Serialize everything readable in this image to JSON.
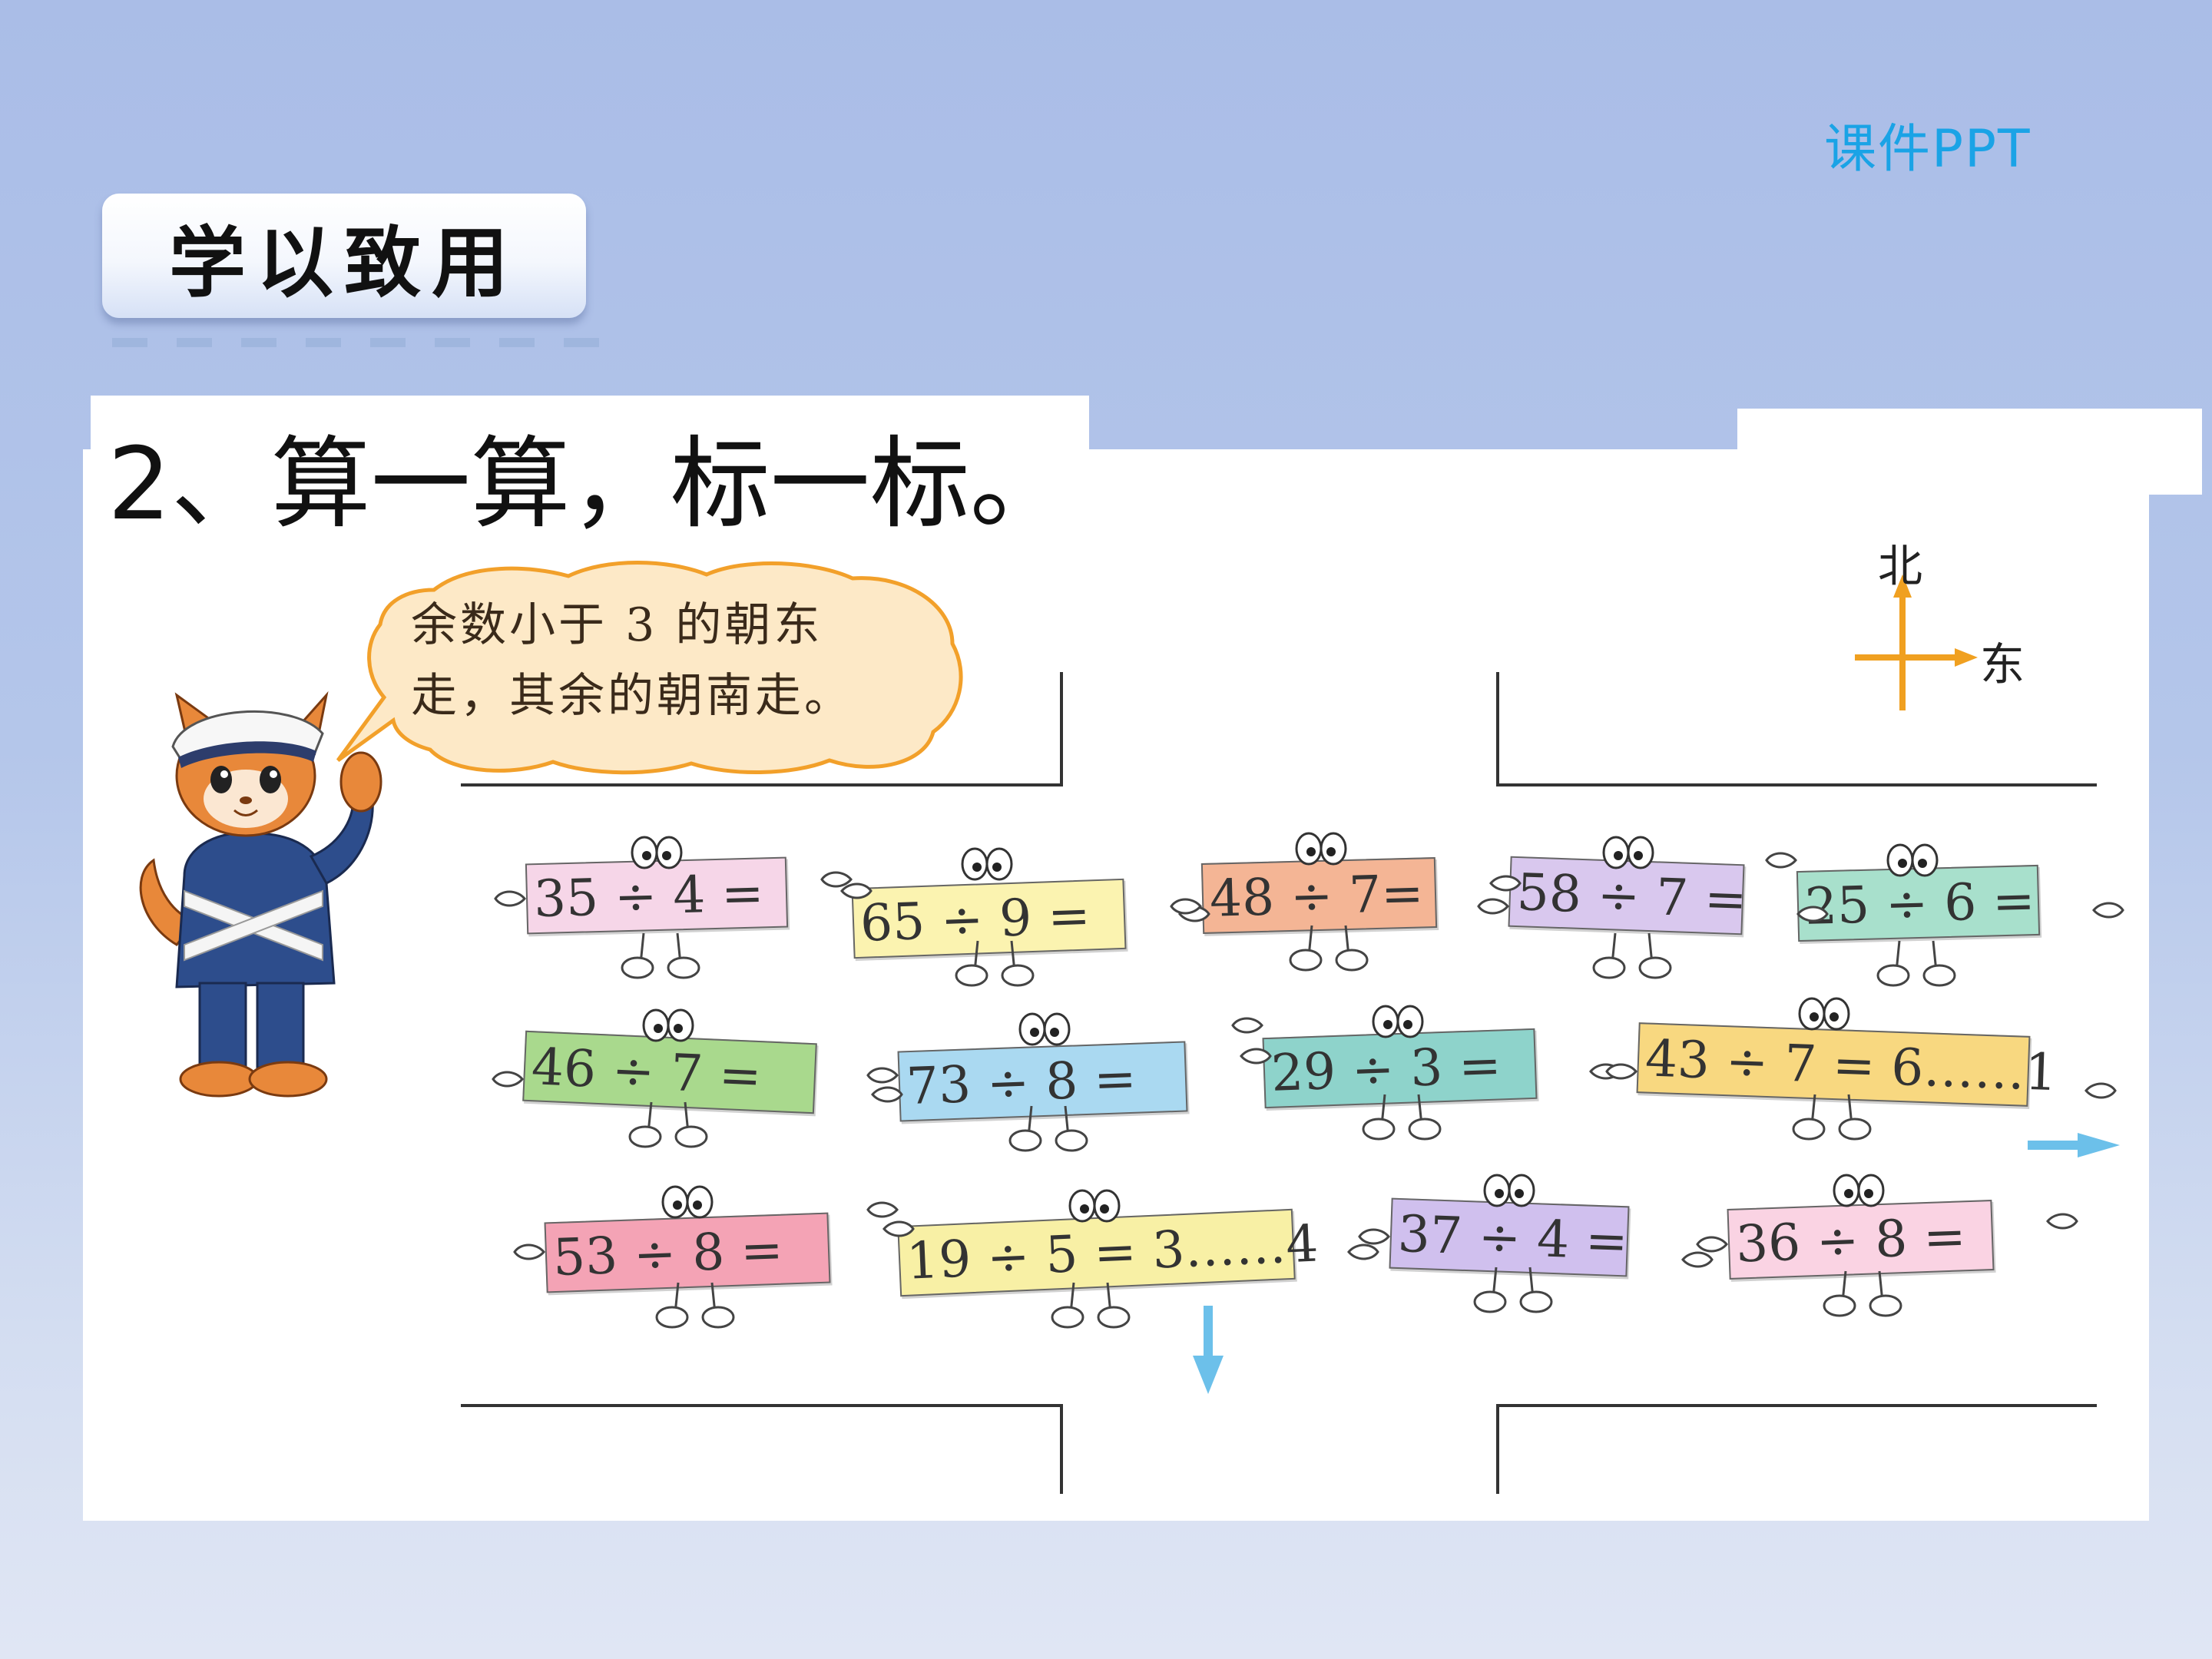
{
  "header": {
    "brand_label": "课件PPT",
    "section_title": "学以致用"
  },
  "question": {
    "text": "2、算一算，标一标。"
  },
  "speech": {
    "line1": "余数小于 3 的朝东",
    "line2": "走，其余的朝南走。"
  },
  "compass": {
    "north": "北",
    "east": "东"
  },
  "colors": {
    "brand": "#1aa3e6",
    "compass_arrow": "#f0a020",
    "route_arrow": "#6cc0ea"
  },
  "icons": {
    "mascot": "police-cat-icon",
    "north_arrow": "arrow-up-icon",
    "east_arrow": "arrow-right-icon",
    "route_east": "arrow-right-icon",
    "route_south": "arrow-down-icon"
  },
  "cards": [
    {
      "text": "35 ÷ 4 =",
      "color": "#f6d6e8"
    },
    {
      "text": "65 ÷ 9 =",
      "color": "#fbf3b0"
    },
    {
      "text": "48 ÷ 7=",
      "color": "#f4b595"
    },
    {
      "text": "58 ÷ 7 =",
      "color": "#d9c8ee"
    },
    {
      "text": "25 ÷ 6 =",
      "color": "#a8e0cc"
    },
    {
      "text": "46 ÷ 7 =",
      "color": "#a9d98d"
    },
    {
      "text": "73 ÷ 8 =",
      "color": "#aad9f1"
    },
    {
      "text": "29 ÷ 3 =",
      "color": "#8ed3cb"
    },
    {
      "text": "43 ÷ 7 = 6……1",
      "color": "#f8d880"
    },
    {
      "text": "53 ÷ 8 =",
      "color": "#f4a3b5"
    },
    {
      "text": "19 ÷ 5 = 3……4",
      "color": "#f8f0a5"
    },
    {
      "text": "37 ÷ 4 =",
      "color": "#d0c0ee"
    },
    {
      "text": "36 ÷ 8 =",
      "color": "#fad3e3"
    }
  ]
}
